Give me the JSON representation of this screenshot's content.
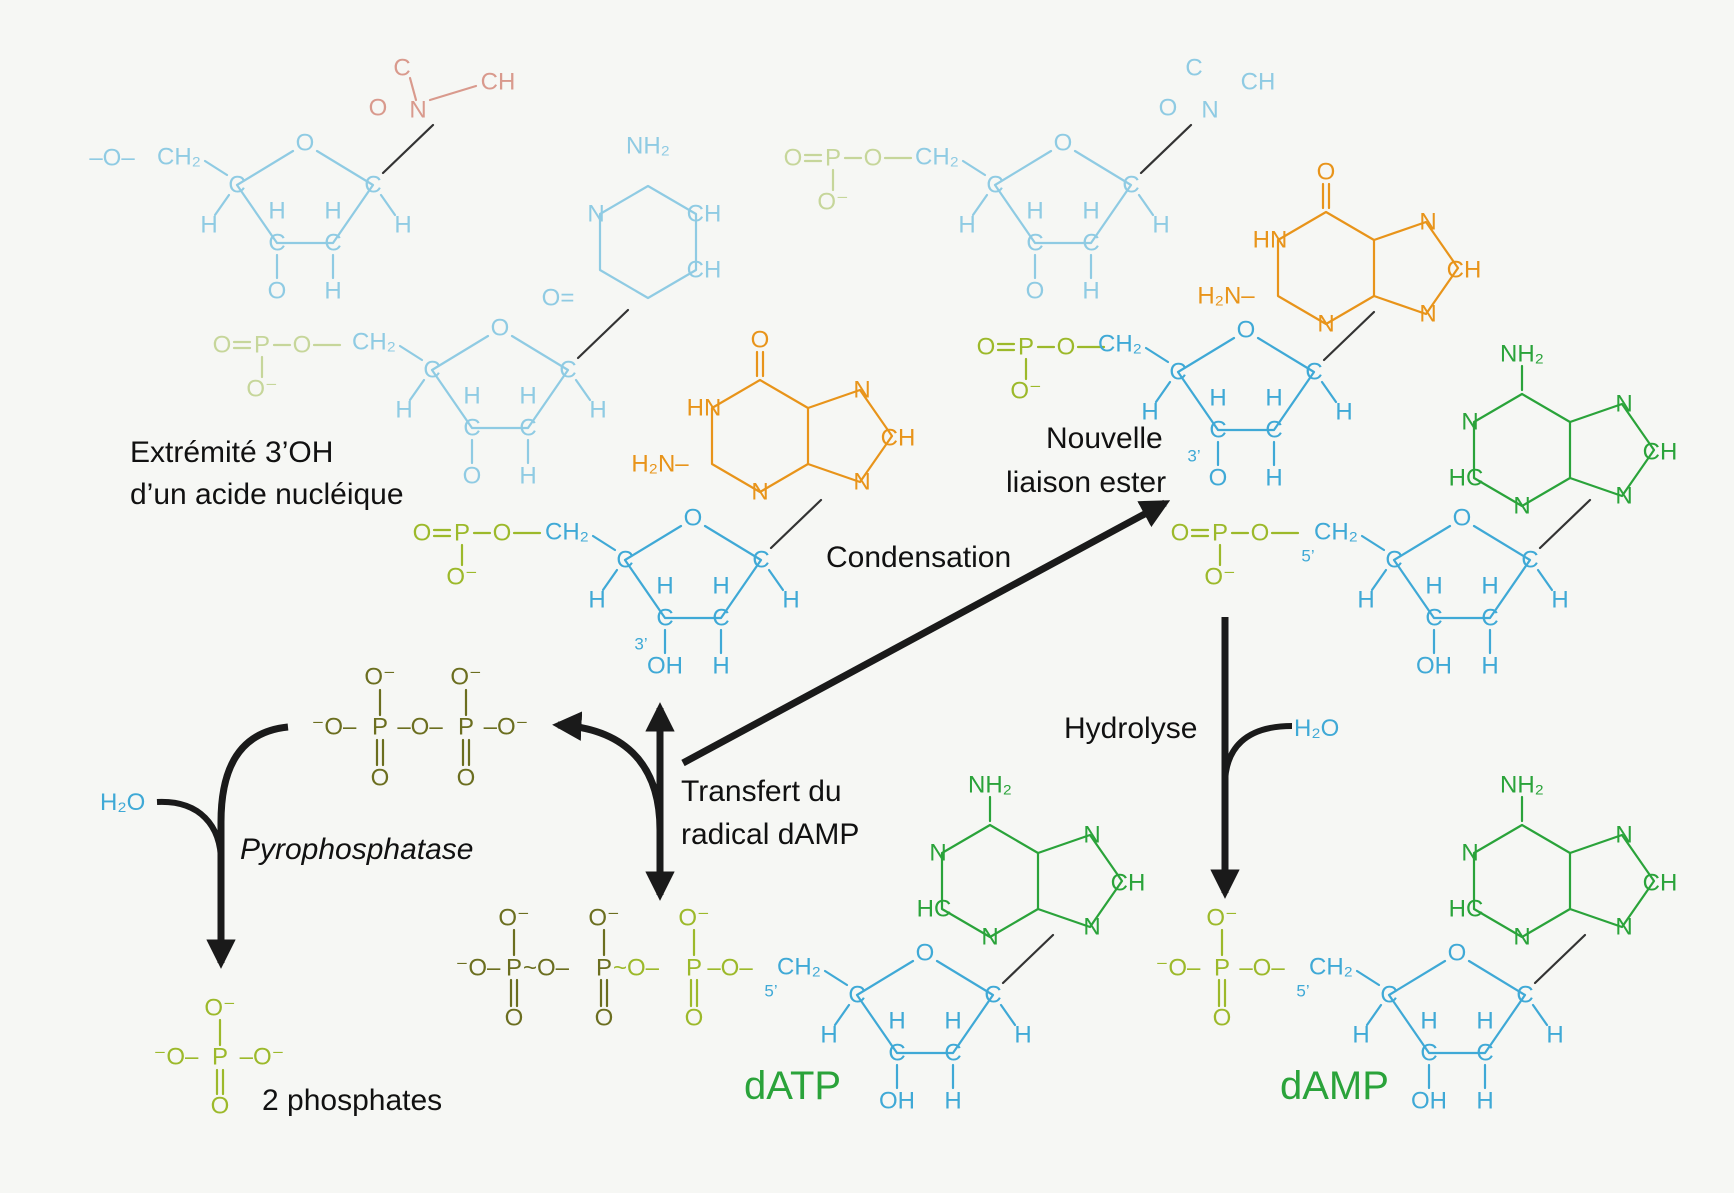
{
  "labels": {
    "extremite_line1": "Extrémité 3’OH",
    "extremite_line2": "d’un acide nucléique",
    "nouvelle_line1": "Nouvelle",
    "nouvelle_line2": "liaison ester",
    "condensation": "Condensation",
    "hydrolyse": "Hydrolyse",
    "transfert_line1": "Transfert du",
    "transfert_line2": "radical dAMP",
    "pyrophosphatase": "Pyrophosphatase",
    "phosphates": "2 phosphates",
    "datp": "dATP",
    "damp": "dAMP",
    "water_left": "H₂O",
    "water_right": "H₂O"
  },
  "colors": {
    "sugar": "#3fa9d6",
    "sugar_faded": "#8fcbe3",
    "phosphate": "#9cb92a",
    "phosphate_faded": "#c6d69a",
    "pyrophosphate": "#6b6e1f",
    "guanine": "#e8941a",
    "adenine": "#2aa33a",
    "faded_base": "#d99a8d",
    "pyrophosphatase_label": "#e6c320",
    "arrow": "#1a1a1a",
    "water": "#3fa9d6"
  },
  "molecules": [
    "deoxyribose",
    "guanine",
    "adenine",
    "cytosine",
    "pyrophosphate",
    "phosphate"
  ]
}
